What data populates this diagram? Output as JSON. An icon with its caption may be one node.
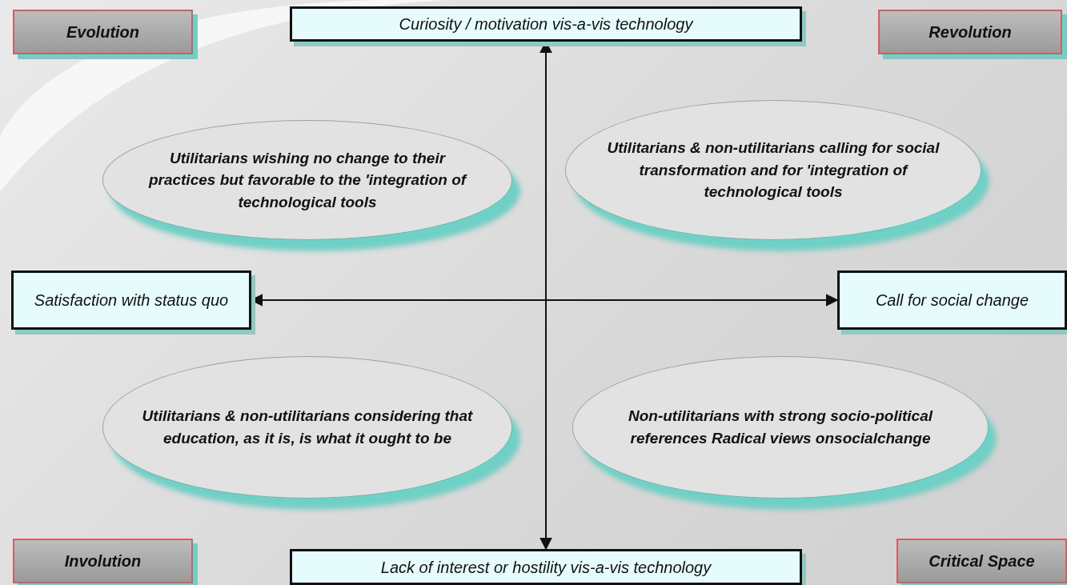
{
  "diagram": {
    "nodes": [
      {
        "text": [
          "Evolution"
        ]
      },
      {
        "text": [
          "Curiosity / motivation vis-a-vis technology"
        ]
      },
      {
        "text": [
          "Revolution"
        ]
      },
      {
        "text": [
          "Utilitarians wishing no change to their practices but  favorable to the 'integration of technological tools"
        ]
      },
      {
        "text": [
          "Utilitarians & non-utilitarians calling for social transformation and for 'integration of technological tools"
        ]
      },
      {
        "text": [
          "Satisfaction with status quo"
        ]
      },
      {
        "text": [
          "Call for social change"
        ]
      },
      {
        "text": [
          "Utilitarians & non-utilitarians considering that education, as it is, is what it ought to be"
        ]
      },
      {
        "text": [
          "Non-utilitarians with strong socio-political references Radical views onsocialchange"
        ]
      },
      {
        "text": [
          "Involution"
        ]
      },
      {
        "text": [
          "Lack of interest or hostility vis-a-vis technology"
        ]
      },
      {
        "text": [
          "Critical Space"
        ]
      }
    ],
    "edges": [
      {
        "from": 1,
        "to": 10,
        "arrow": "both"
      },
      {
        "from": 5,
        "to": 6,
        "arrow": "both"
      }
    ]
  }
}
